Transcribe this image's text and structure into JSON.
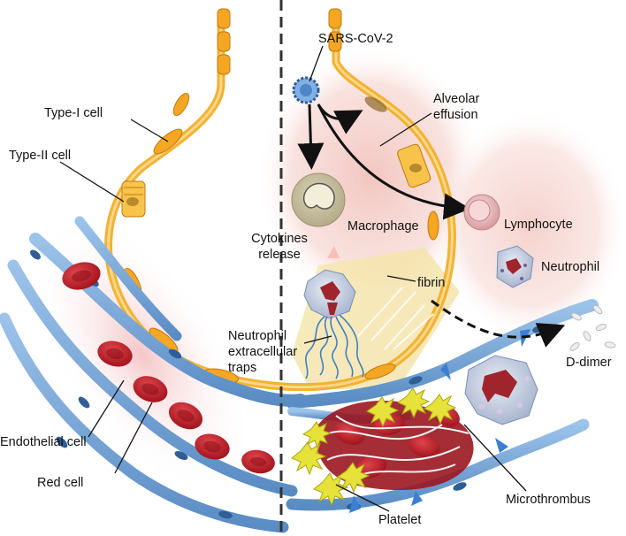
{
  "labels": {
    "type_i_cell": "Type-I cell",
    "type_ii_cell": "Type-II cell",
    "endothelial_cell": "Endothelial cell",
    "red_cell": "Red cell",
    "sars_cov_2": "SARS-CoV-2",
    "alveolar_effusion_1": "Alveolar",
    "alveolar_effusion_2": "effusion",
    "macrophage": "Macrophage",
    "cytokines_release_1": "Cytokines",
    "cytokines_release_2": "release",
    "lymphocyte": "Lymphocyte",
    "neutrophil": "Neutrophil",
    "fibrin": "fibrin",
    "net_1": "Neutrophil",
    "net_2": "extracellular",
    "net_3": "traps",
    "d_dimer": "D-dimer",
    "microthrombus": "Microthrombus",
    "platelet": "Platelet"
  },
  "colors": {
    "epithelium": "#f2b233",
    "endothelium": "#6fa3d6",
    "red_cell": "#c0202a",
    "inflammation": "#f3c9c4",
    "fibrin_zone": "#f4e3a8",
    "platelet": "#e6e23a",
    "virus": "#4f86c6"
  }
}
